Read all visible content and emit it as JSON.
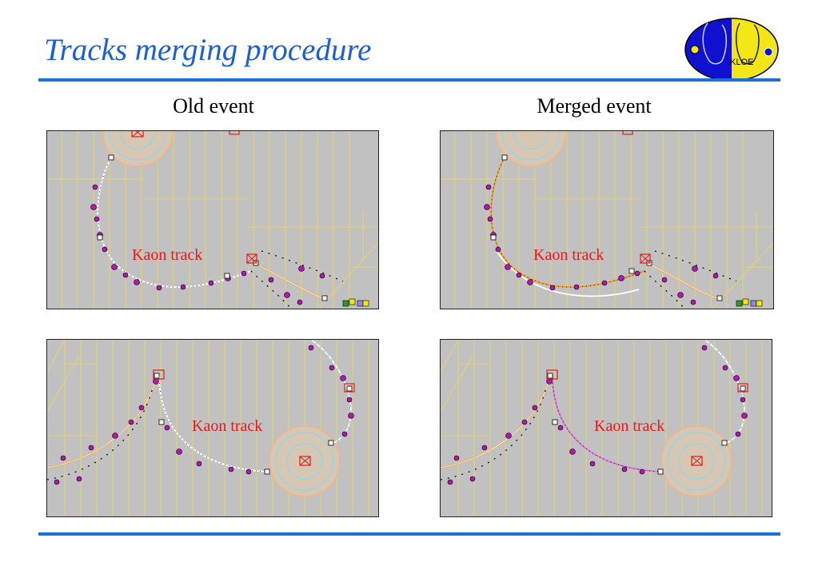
{
  "slide": {
    "title": "Tracks merging procedure",
    "logo_text": "KLOE"
  },
  "columns": [
    {
      "heading": "Old event"
    },
    {
      "heading": "Merged event"
    }
  ],
  "panels": [
    {
      "id": "old-top",
      "label": "Kaon track"
    },
    {
      "id": "merged-top",
      "label": "Kaon track"
    },
    {
      "id": "old-bottom",
      "label": "Kaon track"
    },
    {
      "id": "merged-bottom",
      "label": "Kaon track"
    }
  ],
  "colors": {
    "title": "#1a5fd6",
    "rule": "#1a6fe0",
    "panel_bg": "#c1c1c1",
    "wire": "#e8d36a",
    "label": "#e21b1b",
    "hits": "#b316b3",
    "track": "#ffffff",
    "orange_track": "#f39a1f"
  }
}
